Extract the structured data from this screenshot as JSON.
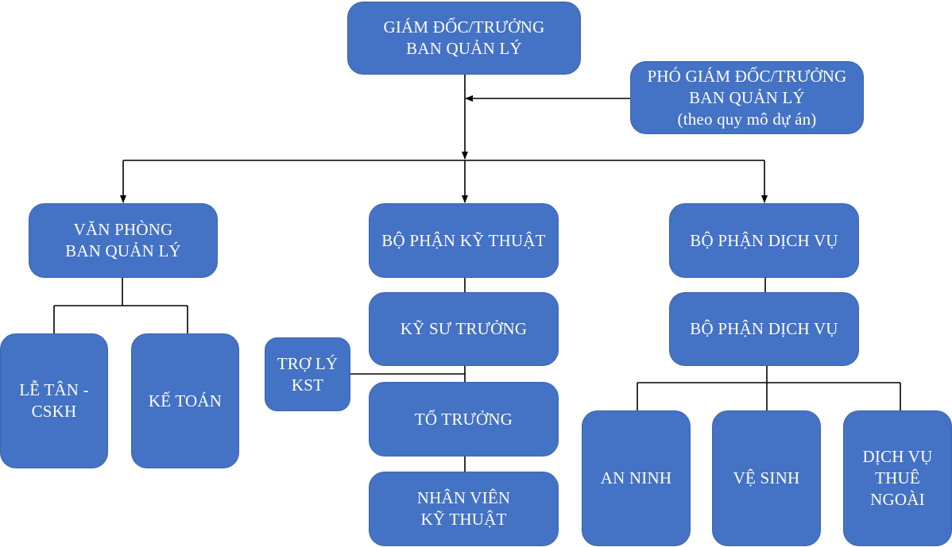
{
  "diagram": {
    "type": "organization-chart",
    "colors": {
      "node_fill": "#4472c4",
      "node_text": "#ffffff",
      "connector": "#000000"
    },
    "nodes": {
      "director": {
        "lines": [
          "GIÁM ĐỐC/TRƯỞNG",
          "BAN QUẢN LÝ"
        ]
      },
      "deputy": {
        "lines": [
          "PHÓ GIÁM ĐỐC/TRƯỞNG",
          "BAN QUẢN LÝ",
          "(theo quy mô dự án)"
        ]
      },
      "office": {
        "lines": [
          "VĂN PHÒNG",
          "BAN QUẢN LÝ"
        ]
      },
      "reception": {
        "lines": [
          "LỄ TÂN -",
          "CSKH"
        ]
      },
      "accounting": {
        "lines": [
          "KẾ TOÁN"
        ]
      },
      "technical": {
        "lines": [
          "BỘ PHẬN KỸ THUẬT"
        ]
      },
      "chief_engineer": {
        "lines": [
          "KỸ SƯ TRƯỞNG"
        ]
      },
      "assistant": {
        "lines": [
          "TRỢ LÝ",
          "KST"
        ]
      },
      "team_leader": {
        "lines": [
          "TỔ TRƯỞNG"
        ]
      },
      "tech_staff": {
        "lines": [
          "NHÂN VIÊN",
          "KỸ THUẬT"
        ]
      },
      "service": {
        "lines": [
          "BỘ PHẬN DỊCH VỤ"
        ]
      },
      "service_sub": {
        "lines": [
          "BỘ PHẬN DỊCH VỤ"
        ]
      },
      "security": {
        "lines": [
          "AN NINH"
        ]
      },
      "cleaning": {
        "lines": [
          "VỆ SINH"
        ]
      },
      "outsourced": {
        "lines": [
          "DỊCH VỤ",
          "THUÊ",
          "NGOÀI"
        ]
      }
    },
    "edges": [
      {
        "from": "deputy",
        "to": "director",
        "arrow": true
      },
      {
        "from": "director",
        "to": "office",
        "arrow": true
      },
      {
        "from": "director",
        "to": "technical",
        "arrow": true
      },
      {
        "from": "director",
        "to": "service",
        "arrow": true
      },
      {
        "from": "office",
        "to": "reception",
        "arrow": false
      },
      {
        "from": "office",
        "to": "accounting",
        "arrow": false
      },
      {
        "from": "technical",
        "to": "chief_engineer",
        "arrow": false
      },
      {
        "from": "chief_engineer",
        "to": "team_leader",
        "arrow": false
      },
      {
        "from": "assistant",
        "to": "chief_engineer",
        "arrow": false
      },
      {
        "from": "team_leader",
        "to": "tech_staff",
        "arrow": false
      },
      {
        "from": "service",
        "to": "service_sub",
        "arrow": false
      },
      {
        "from": "service_sub",
        "to": "security",
        "arrow": false
      },
      {
        "from": "service_sub",
        "to": "cleaning",
        "arrow": false
      },
      {
        "from": "service_sub",
        "to": "outsourced",
        "arrow": false
      }
    ]
  }
}
